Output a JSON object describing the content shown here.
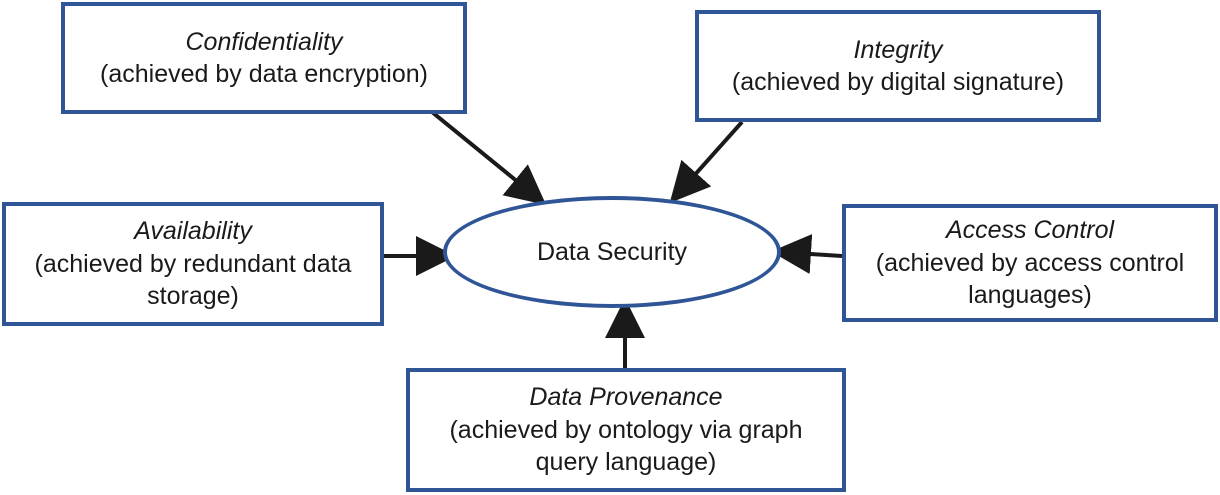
{
  "center": {
    "label": "Data Security"
  },
  "nodes": [
    {
      "id": "confidentiality",
      "title": "Confidentiality",
      "subtitle": "(achieved by data encryption)"
    },
    {
      "id": "integrity",
      "title": "Integrity",
      "subtitle": "(achieved by digital signature)"
    },
    {
      "id": "availability",
      "title": "Availability",
      "subtitle": "(achieved by redundant data storage)"
    },
    {
      "id": "access-control",
      "title": "Access Control",
      "subtitle": "(achieved by access control languages)"
    },
    {
      "id": "data-provenance",
      "title": "Data Provenance",
      "subtitle": "(achieved by ontology via graph query language)"
    }
  ],
  "colors": {
    "border": "#2f5597",
    "arrow": "#1a1a1a"
  }
}
